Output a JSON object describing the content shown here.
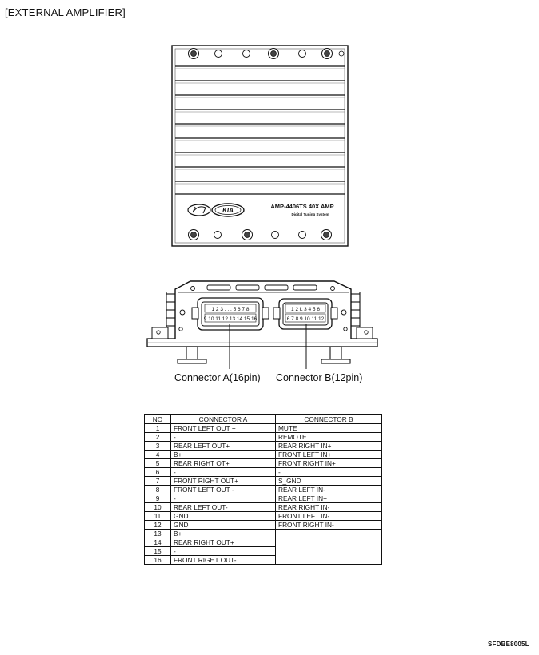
{
  "page": {
    "title": "[EXTERNAL AMPLIFIER]",
    "code": "SFDBE8005L"
  },
  "amp_top": {
    "model_text": "AMP-4406TS 40X AMP",
    "sub_text": "Digital Tuning System",
    "brand_text": "KIA"
  },
  "amp_front": {
    "connector_a_pins_top": "1 2 3 . . . 5 6 7 8",
    "connector_a_pins_bottom": "9 10 11 12 13 14 15 16",
    "connector_b_pins_top": "1 2 L 3 4 5 6",
    "connector_b_pins_bottom": "6 7 8 9 10 11 12",
    "label_a": "Connector A(16pin)",
    "label_b": "Connector B(12pin)"
  },
  "table": {
    "headers": [
      "NO",
      "CONNECTOR A",
      "CONNECTOR B"
    ],
    "rows": [
      {
        "no": "1",
        "a": "FRONT LEFT OUT +",
        "b": "MUTE"
      },
      {
        "no": "2",
        "a": "-",
        "b": "REMOTE"
      },
      {
        "no": "3",
        "a": "REAR LEFT OUT+",
        "b": "REAR RIGHT IN+"
      },
      {
        "no": "4",
        "a": "B+",
        "b": "FRONT LEFT IN+"
      },
      {
        "no": "5",
        "a": "REAR RIGHT OT+",
        "b": "FRONT RIGHT IN+"
      },
      {
        "no": "6",
        "a": "-",
        "b": "-"
      },
      {
        "no": "7",
        "a": "FRONT RIGHT OUT+",
        "b": "S_GND"
      },
      {
        "no": "8",
        "a": "FRONT LEFT OUT -",
        "b": "REAR LEFT IN-"
      },
      {
        "no": "9",
        "a": "-",
        "b": "REAR LEFT IN+"
      },
      {
        "no": "10",
        "a": "REAR LEFT OUT-",
        "b": "REAR RIGHT IN-"
      },
      {
        "no": "11",
        "a": "GND",
        "b": "FRONT LEFT IN-"
      },
      {
        "no": "12",
        "a": "GND",
        "b": "FRONT RIGHT IN-"
      },
      {
        "no": "13",
        "a": "B+"
      },
      {
        "no": "14",
        "a": "REAR RIGHT OUT+"
      },
      {
        "no": "15",
        "a": "-"
      },
      {
        "no": "16",
        "a": "FRONT RIGHT OUT-"
      }
    ]
  }
}
